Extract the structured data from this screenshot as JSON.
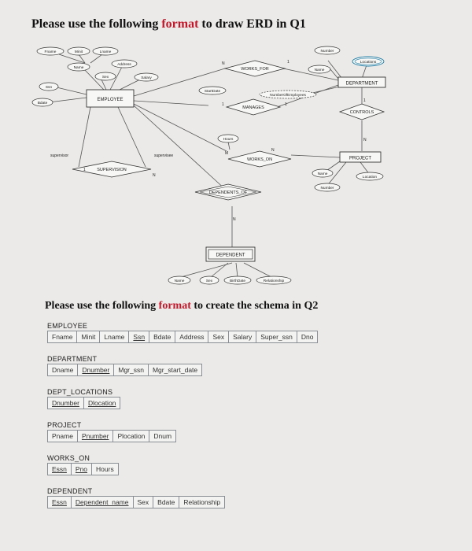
{
  "q1": {
    "prefix": "Please use the following ",
    "highlight": "format",
    "suffix": " to draw ERD in Q1"
  },
  "q2": {
    "prefix": "Please use the following ",
    "highlight": "format",
    "suffix": " to create the schema in Q2"
  },
  "colors": {
    "highlight": "#c0182a",
    "entity_stroke": "#333333",
    "double_line": "#1a7aa3"
  },
  "erd": {
    "entities": {
      "employee": "EMPLOYEE",
      "department": "DEPARTMENT",
      "project": "PROJECT",
      "dependent": "DEPENDENT"
    },
    "relationships": {
      "works_for": "WORKS_FOR",
      "manages": "MANAGES",
      "works_on": "WORKS_ON",
      "supervision": "SUPERVISION",
      "dependents_of": "DEPENDENTS_OF",
      "controls": "CONTROLS"
    },
    "attributes": {
      "fname": "Fname",
      "minit": "Minit",
      "lname": "Lname",
      "name": "Name",
      "address": "Address",
      "sex": "Sex",
      "salary": "Salary",
      "ssn": "Ssn",
      "bdate": "Bdate",
      "startdate": "StartDate",
      "hours": "Hours",
      "dept_number": "Number",
      "dept_name": "Name",
      "locations": "Locations",
      "number_of_employees": "NumberOfEmployees",
      "proj_name": "Name",
      "proj_number": "Number",
      "proj_location": "Location",
      "dep_name": "Name",
      "dep_sex": "Sex",
      "dep_birthdate": "BirthDate",
      "relationship": "Relationship"
    },
    "role_labels": {
      "supervisor": "supervisor",
      "supervisee": "supervisee"
    },
    "cardinalities": {
      "n": "N",
      "one": "1",
      "m": "M"
    }
  },
  "schema": {
    "employee": {
      "name": "EMPLOYEE",
      "columns": [
        "Fname",
        "Minit",
        "Lname",
        "Ssn",
        "Bdate",
        "Address",
        "Sex",
        "Salary",
        "Super_ssn",
        "Dno"
      ]
    },
    "department": {
      "name": "DEPARTMENT",
      "columns": [
        "Dname",
        "Dnumber",
        "Mgr_ssn",
        "Mgr_start_date"
      ]
    },
    "dept_locations": {
      "name": "DEPT_LOCATIONS",
      "columns": [
        "Dnumber",
        "Dlocation"
      ]
    },
    "project": {
      "name": "PROJECT",
      "columns": [
        "Pname",
        "Pnumber",
        "Plocation",
        "Dnum"
      ]
    },
    "works_on": {
      "name": "WORKS_ON",
      "columns": [
        "Essn",
        "Pno",
        "Hours"
      ]
    },
    "dependent": {
      "name": "DEPENDENT",
      "columns": [
        "Essn",
        "Dependent_name",
        "Sex",
        "Bdate",
        "Relationship"
      ]
    }
  }
}
